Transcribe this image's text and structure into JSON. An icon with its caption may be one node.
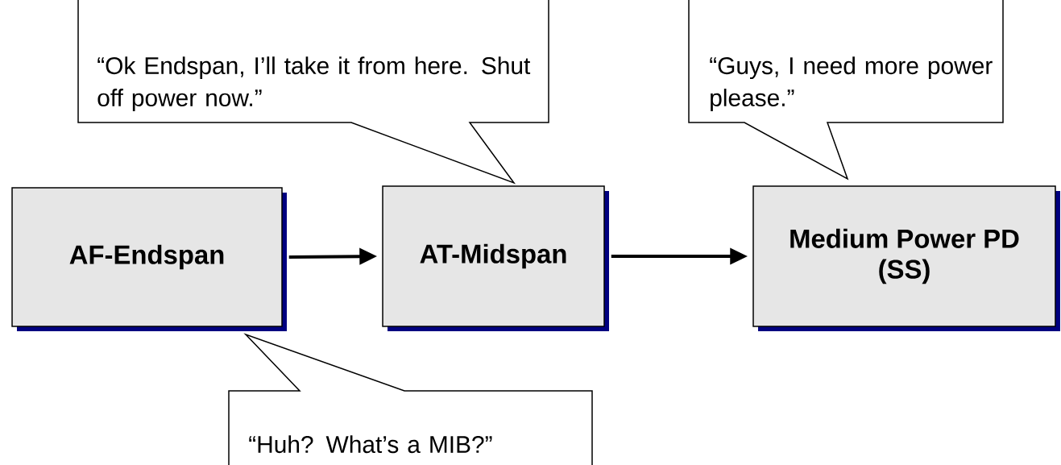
{
  "diagram": {
    "nodes": [
      {
        "text": [
          "“Ok Endspan, I’ll take it from here. Shut off power now.”"
        ]
      },
      {
        "text": [
          "“Guys, I need more power please.”"
        ]
      },
      {
        "text": [
          "AF-Endspan"
        ]
      },
      {
        "text": [
          "AT-Midspan"
        ]
      },
      {
        "text": [
          "Medium Power PD (SS)"
        ]
      },
      {
        "text": [
          "“Huh? What’s a MIB?”"
        ]
      }
    ],
    "edges": [
      {
        "from": 2,
        "to": 3,
        "arrow": "to"
      },
      {
        "from": 3,
        "to": 4,
        "arrow": "to"
      }
    ]
  }
}
